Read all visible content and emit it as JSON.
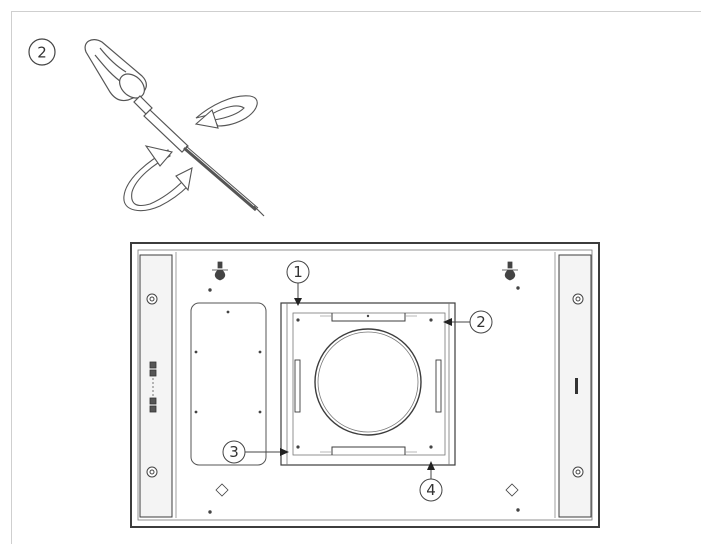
{
  "step": {
    "number": "2"
  },
  "callouts": [
    {
      "id": "1",
      "label": "1"
    },
    {
      "id": "2",
      "label": "2"
    },
    {
      "id": "3",
      "label": "3"
    },
    {
      "id": "4",
      "label": "4"
    }
  ],
  "colors": {
    "line": "#3c3c3c",
    "light_line": "#8a8a8a",
    "frame": "#cfcfcf",
    "panel_fill": "#f4f4f4"
  },
  "icons": [
    "screwdriver-icon",
    "rotate-arrows-icon"
  ]
}
